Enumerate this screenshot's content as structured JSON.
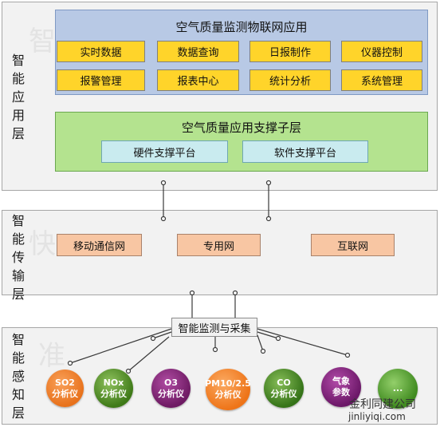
{
  "layers": {
    "application": {
      "label": "智能应用层",
      "watermark": "智",
      "app_box": {
        "title": "空气质量监测物联网应用",
        "modules": [
          "实时数据",
          "数据查询",
          "日报制作",
          "仪器控制",
          "报警管理",
          "报表中心",
          "统计分析",
          "系统管理"
        ]
      },
      "support_box": {
        "title": "空气质量应用支撑子层",
        "platforms": [
          "硬件支撑平台",
          "软件支撑平台"
        ]
      }
    },
    "transport": {
      "label": "智能传输层",
      "watermark": "快",
      "networks": [
        "移动通信网",
        "专用网",
        "互联网"
      ]
    },
    "sensing": {
      "label": "智能感知层",
      "watermark": "准",
      "collector": "智能监测与采集",
      "instruments": [
        {
          "line1": "SO2",
          "line2": "分析仪",
          "color": "#e8721c"
        },
        {
          "line1": "NOx",
          "line2": "分析仪",
          "color": "#4a8a1e"
        },
        {
          "line1": "O3",
          "line2": "分析仪",
          "color": "#7a1f6e"
        },
        {
          "line1": "PM10/2.5",
          "line2": "分析仪",
          "color": "#ef7a1a"
        },
        {
          "line1": "CO",
          "line2": "分析仪",
          "color": "#3d7f22"
        },
        {
          "line1": "气象",
          "line2": "参数",
          "color": "#7d1f78"
        },
        {
          "line1": "...",
          "line2": "",
          "color": "#4f9a2e"
        }
      ]
    }
  },
  "brand": {
    "name": "金利同建公司",
    "url": "jinliyiqi.com"
  }
}
